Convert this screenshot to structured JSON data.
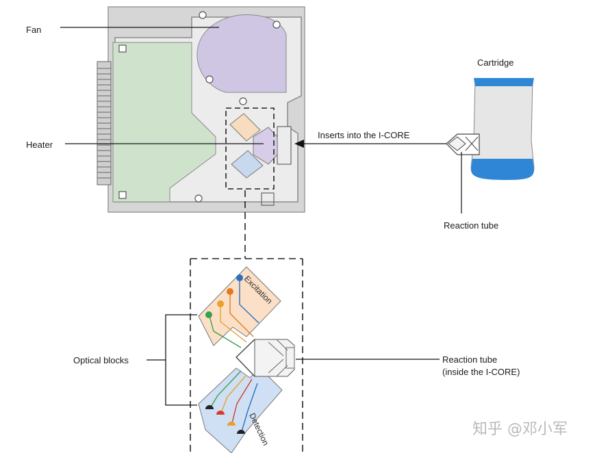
{
  "labels": {
    "fan": "Fan",
    "heater": "Heater",
    "cartridge": "Cartridge",
    "inserts": "Inserts into the I-CORE",
    "reaction_tube": "Reaction tube",
    "optical_blocks": "Optical blocks",
    "reaction_tube_inside_1": "Reaction tube",
    "reaction_tube_inside_2": "(inside the I-CORE)",
    "excitation": "Excitation",
    "detection": "Detection"
  },
  "watermark": "知乎 @邓小军",
  "colors": {
    "fan": "#cfc6e4",
    "board": "#cfe3cc",
    "heater_orange": "#f8dcc0",
    "heater_blue": "#c8d8ee",
    "cartridge_blue": "#2f86d6",
    "cartridge_body": "#e6e6e6",
    "excitation_block": "#fbe0c7",
    "detection_block": "#cfe0f4"
  }
}
